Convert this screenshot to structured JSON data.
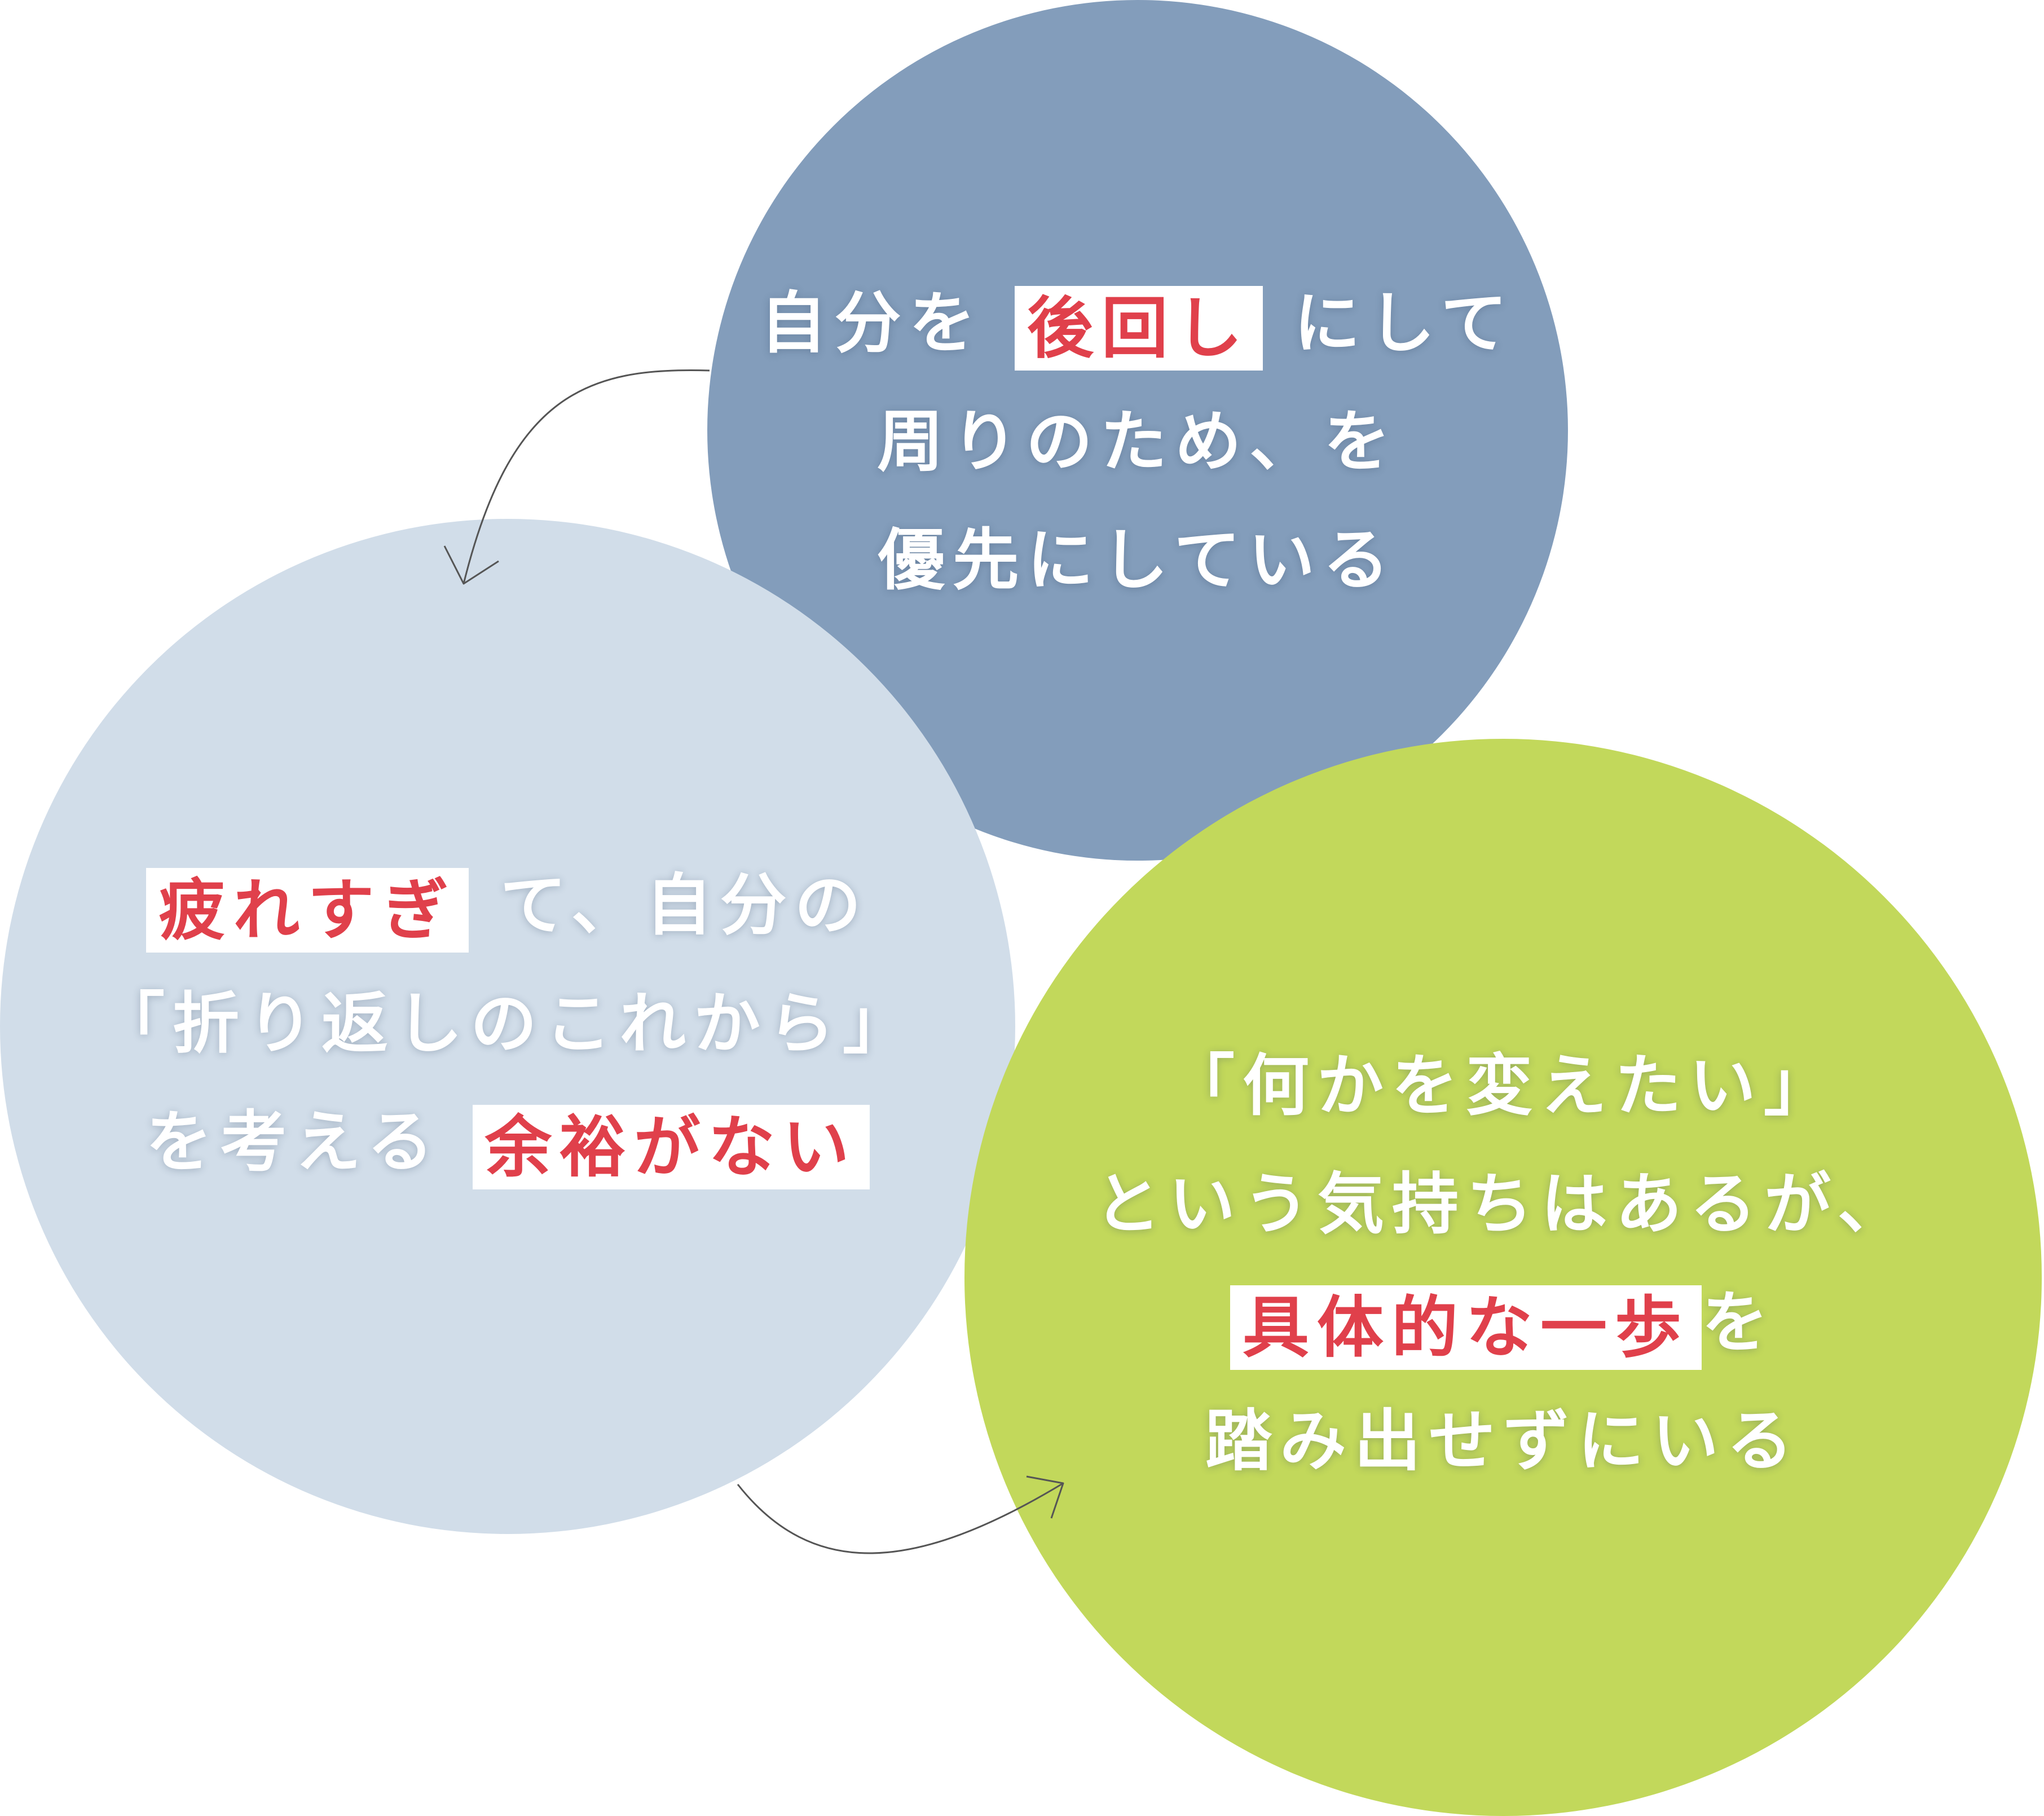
{
  "colors": {
    "circle_top": "#839dbb",
    "circle_left": "#d1dde9",
    "circle_right": "#c2d85b",
    "highlight_text": "#e0404b",
    "highlight_bg": "#ffffff",
    "arrow": "#555555"
  },
  "circles": {
    "top": {
      "line1_before": "自分を",
      "line1_highlight": "後回し",
      "line1_after": "にして",
      "line2": "周りのため、を",
      "line3": "優先にしている"
    },
    "left": {
      "line1_highlight": "疲れすぎ",
      "line1_after": "て、自分の",
      "line2": "「折り返しのこれから」",
      "line3_before": "を考える",
      "line3_highlight": "余裕がない"
    },
    "right": {
      "line1": "「何かを変えたい」",
      "line2": "という気持ちはあるが、",
      "line3_highlight": "具体的な一歩",
      "line3_after": "を",
      "line4": "踏み出せずにいる"
    }
  }
}
